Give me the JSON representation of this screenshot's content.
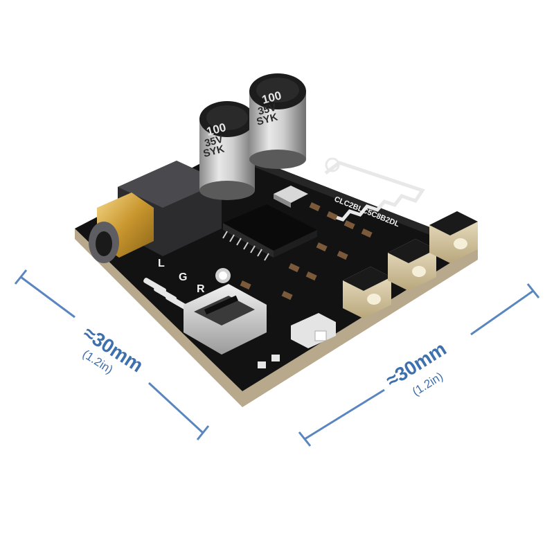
{
  "dimensions": {
    "left": {
      "main": "≈30mm",
      "sub": "(1.2in)"
    },
    "right": {
      "main": "≈30mm",
      "sub": "(1.2in)"
    },
    "line_color": "#5a86bf"
  },
  "board": {
    "capacitor_1": {
      "value": "100",
      "voltage": "35V",
      "brand": "SYK"
    },
    "capacitor_2": {
      "value": "100",
      "voltage": "35V",
      "brand": "SYK"
    },
    "silkscreen": {
      "L": "L",
      "G": "G",
      "R": "R",
      "code": "CLC2BLC5C8B2DL"
    },
    "pcb_color": "#121212",
    "edge_color": "#b9a98c"
  }
}
